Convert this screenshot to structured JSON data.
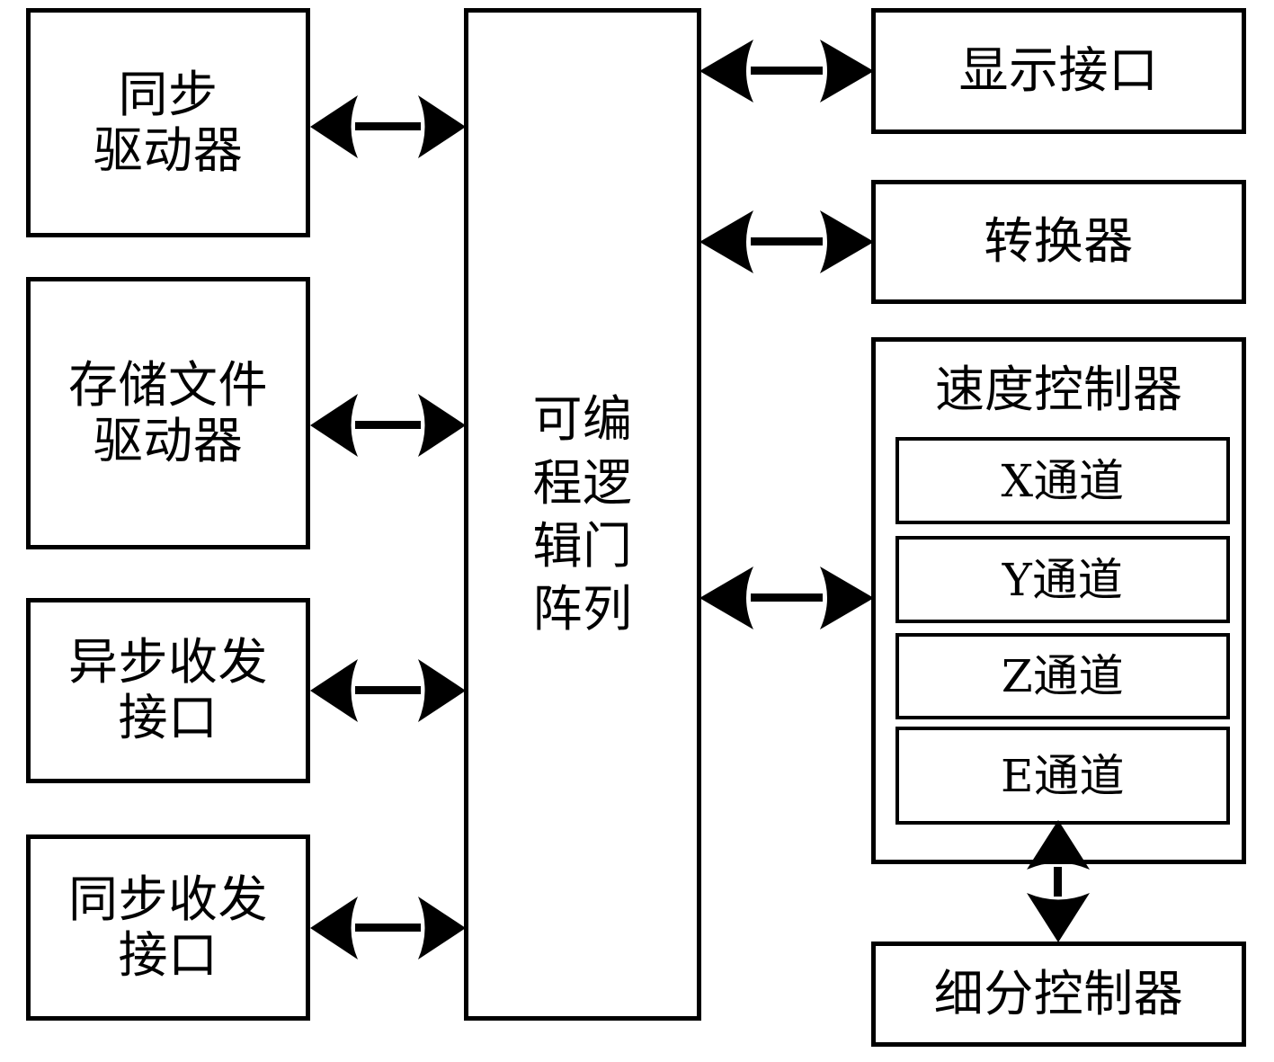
{
  "diagram": {
    "type": "block-diagram",
    "title": "",
    "stroke_color": "#000000",
    "fill_color": "#ffffff",
    "left_column": [
      {
        "id": "sync-driver",
        "label": "同步\n驱动器"
      },
      {
        "id": "storage-file-driver",
        "label": "存储文件\n驱动器"
      },
      {
        "id": "async-transceiver-interface",
        "label": "异步收发\n接口"
      },
      {
        "id": "sync-transceiver-interface",
        "label": "同步收发\n接口"
      }
    ],
    "center": {
      "id": "fpga",
      "label": "可编\n程逻\n辑门\n阵列"
    },
    "right_column": [
      {
        "id": "display-interface",
        "label": "显示接口"
      },
      {
        "id": "converter",
        "label": "转换器"
      }
    ],
    "speed_controller": {
      "id": "speed-controller",
      "label": "速度控制器",
      "channels": [
        {
          "id": "channel-x",
          "label": "X通道"
        },
        {
          "id": "channel-y",
          "label": "Y通道"
        },
        {
          "id": "channel-z",
          "label": "Z通道"
        },
        {
          "id": "channel-e",
          "label": "E通道"
        }
      ]
    },
    "subdivision_controller": {
      "id": "subdivision-controller",
      "label": "细分控制器"
    },
    "connections": [
      {
        "from": "sync-driver",
        "to": "fpga",
        "style": "double-arrow",
        "orientation": "horizontal"
      },
      {
        "from": "storage-file-driver",
        "to": "fpga",
        "style": "double-arrow",
        "orientation": "horizontal"
      },
      {
        "from": "async-transceiver-interface",
        "to": "fpga",
        "style": "double-arrow",
        "orientation": "horizontal"
      },
      {
        "from": "sync-transceiver-interface",
        "to": "fpga",
        "style": "double-arrow",
        "orientation": "horizontal"
      },
      {
        "from": "fpga",
        "to": "display-interface",
        "style": "double-arrow",
        "orientation": "horizontal"
      },
      {
        "from": "fpga",
        "to": "converter",
        "style": "double-arrow",
        "orientation": "horizontal"
      },
      {
        "from": "fpga",
        "to": "speed-controller",
        "style": "double-arrow",
        "orientation": "horizontal"
      },
      {
        "from": "speed-controller",
        "to": "subdivision-controller",
        "style": "double-arrow",
        "orientation": "vertical"
      }
    ]
  }
}
